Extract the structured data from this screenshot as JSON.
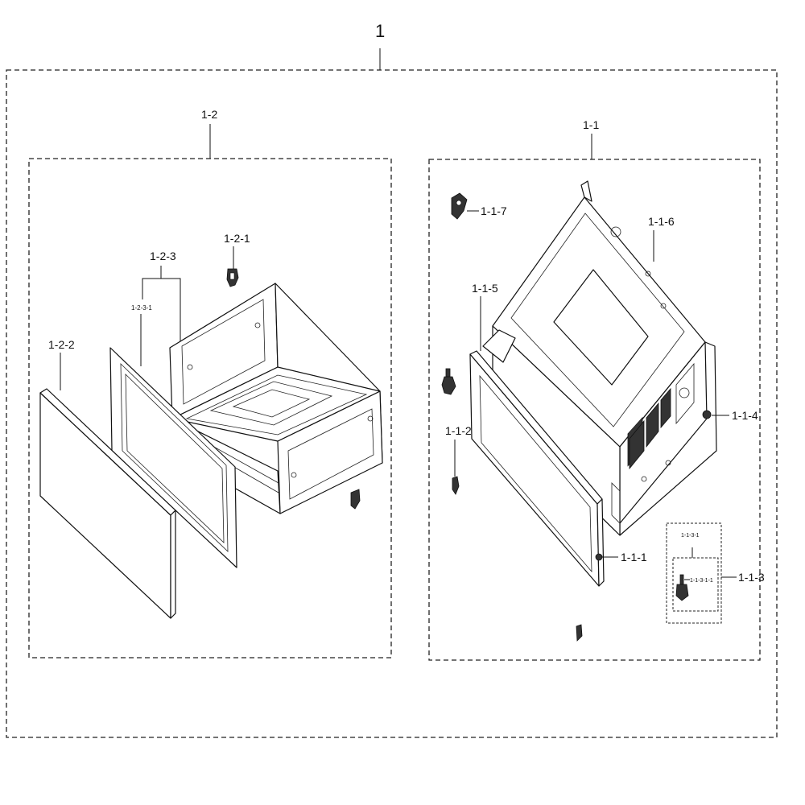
{
  "labels": {
    "assembly": "1",
    "sub_1_2": "1-2",
    "sub_1_1": "1-1",
    "p_1_2_1": "1-2-1",
    "p_1_2_2": "1-2-2",
    "p_1_2_3": "1-2-3",
    "p_1_2_3_1": "1-2-3-1",
    "p_1_1_1": "1-1-1",
    "p_1_1_2": "1-1-2",
    "p_1_1_3": "1-1-3",
    "p_1_1_3_1": "1-1-3-1",
    "p_1_1_3_1_1": "1-1-3-1-1",
    "p_1_1_4": "1-1-4",
    "p_1_1_5": "1-1-5",
    "p_1_1_6": "1-1-6",
    "p_1_1_7": "1-1-7"
  },
  "colors": {
    "line": "#111111",
    "background": "#ffffff"
  }
}
